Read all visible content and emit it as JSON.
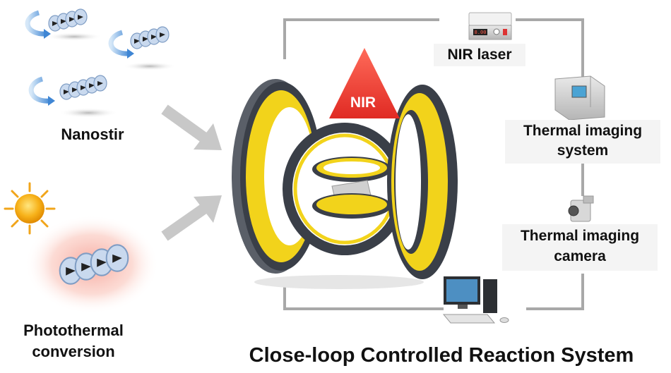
{
  "left": {
    "nanostir_label": "Nanostir",
    "photothermal_label": "Photothermal conversion"
  },
  "center": {
    "nir_label": "NIR"
  },
  "right": {
    "nir_laser_label": "NIR laser",
    "thermal_system_label": "Thermal imaging system",
    "thermal_camera_label": "Thermal imaging camera",
    "laser_display": "8.00"
  },
  "title": "Close-loop Controlled Reaction System",
  "colors": {
    "coil_yellow": "#f2d31b",
    "coil_dark": "#3a3f48",
    "nir_red": "#e8312c",
    "arrow_blue": "#4a90d9",
    "gray_arrow": "#c8c8c8",
    "loop_line": "#a8a8a8"
  }
}
